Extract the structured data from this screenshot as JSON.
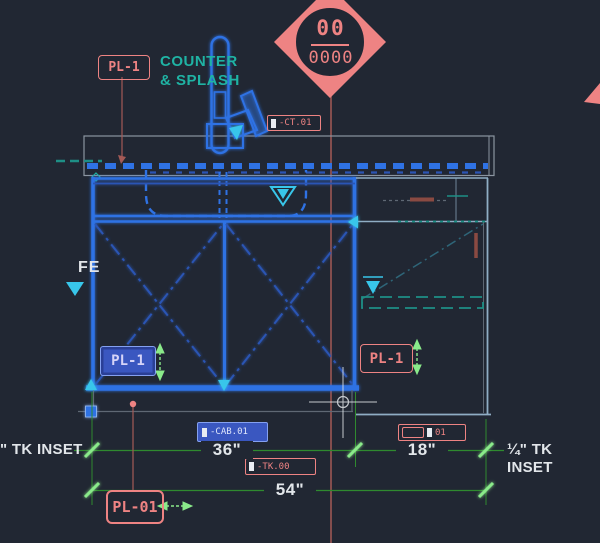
{
  "colors": {
    "bg": "#212733",
    "salmon": "#ee8383",
    "salmon-dim": "#a45a56",
    "blue": "#2f72e4",
    "blue-dark": "#2c55b4",
    "steel": "#8fadc4",
    "teal": "#1fb3a4",
    "teal-dash": "#1e8f86",
    "teal-dark": "#2e6578",
    "cyan": "#38c6ea",
    "green": "#2f8a2f",
    "green-bright": "#8aea8a",
    "white": "#e2e6ea",
    "gray": "#8b95a1",
    "gray-dim": "#5f6874",
    "maroon": "#8a4a42",
    "sel-fill": "#3a57c0",
    "sel-border": "#84a0f0",
    "sel-text": "#d6d4f8"
  },
  "section_marker": {
    "numerator": "00",
    "denominator": "0000"
  },
  "tags": {
    "pl1_top": "PL-1",
    "pl1_left": "PL-1",
    "pl1_right": "PL-1",
    "pl01": "PL-01",
    "ct": "-CT.01",
    "tk": "-TK.00",
    "dr": "01",
    "cab": "-CAB.01"
  },
  "annotations": {
    "counter_line1": "COUNTER",
    "counter_line2": "& SPLASH",
    "fe": "FE",
    "tk_inset_left": "\" TK INSET",
    "tk_inset_right": "¼\" TK INSET"
  },
  "dimensions": {
    "width_left": "36\"",
    "width_right": "18\"",
    "width_total": "54\""
  }
}
